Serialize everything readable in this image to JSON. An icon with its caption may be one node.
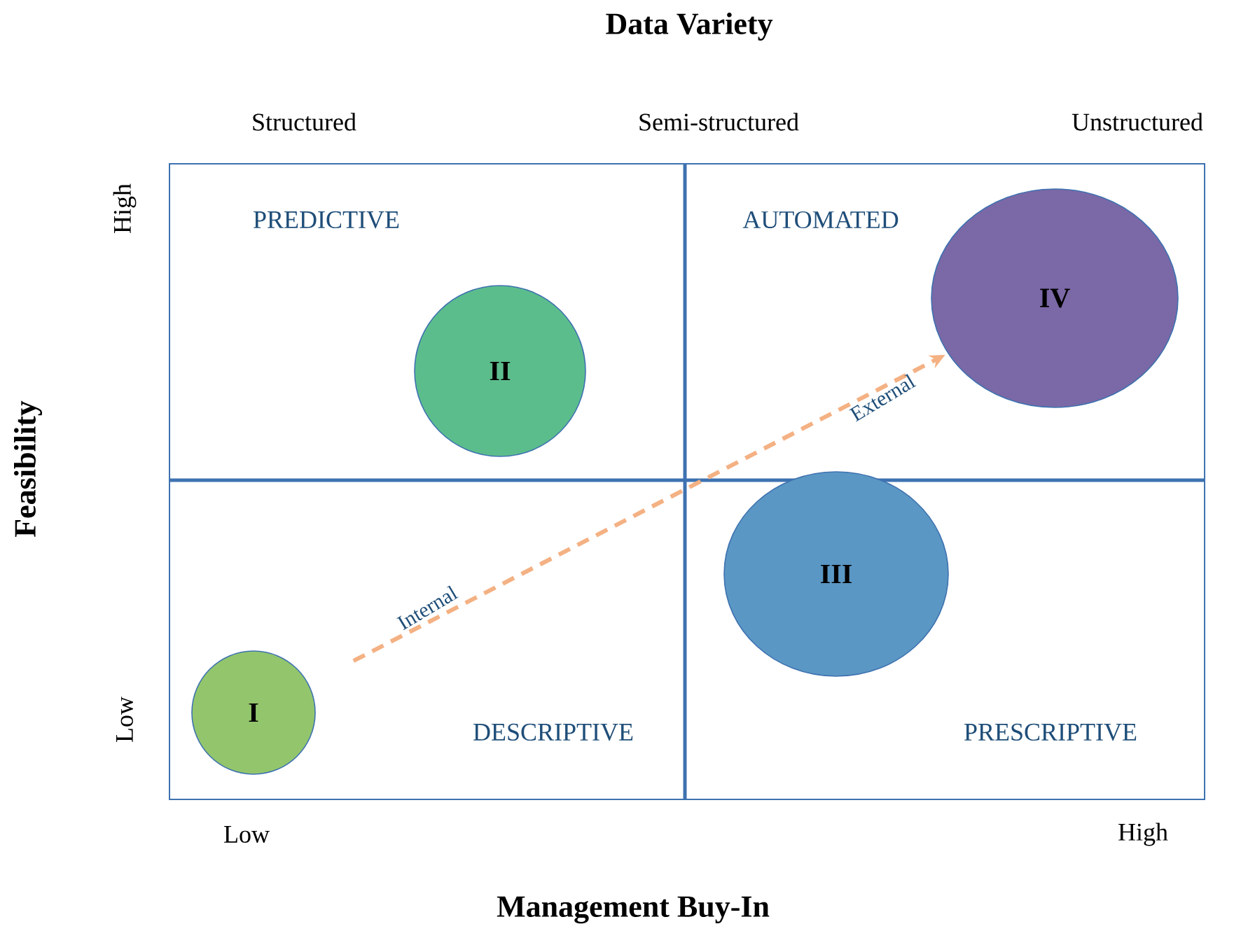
{
  "diagram": {
    "title": "Data Variety",
    "nodes": [
      {
        "text": [
          "I"
        ]
      },
      {
        "text": [
          "II"
        ]
      },
      {
        "text": [
          "III"
        ]
      },
      {
        "text": [
          "IV"
        ]
      }
    ],
    "edges": [
      {
        "from": 0,
        "to": 3,
        "arrow": "to",
        "style": "dashed",
        "color": "#f4b183"
      }
    ],
    "labels": [
      "Structured",
      "Semi-structured",
      "Unstructured",
      "High",
      "PREDICTIVE",
      "AUTOMATED",
      "External",
      "Feasibility",
      "Internal",
      "Low",
      "DESCRIPTIVE",
      "PRESCRIPTIVE",
      "Low",
      "High",
      "Management Buy-In"
    ]
  }
}
